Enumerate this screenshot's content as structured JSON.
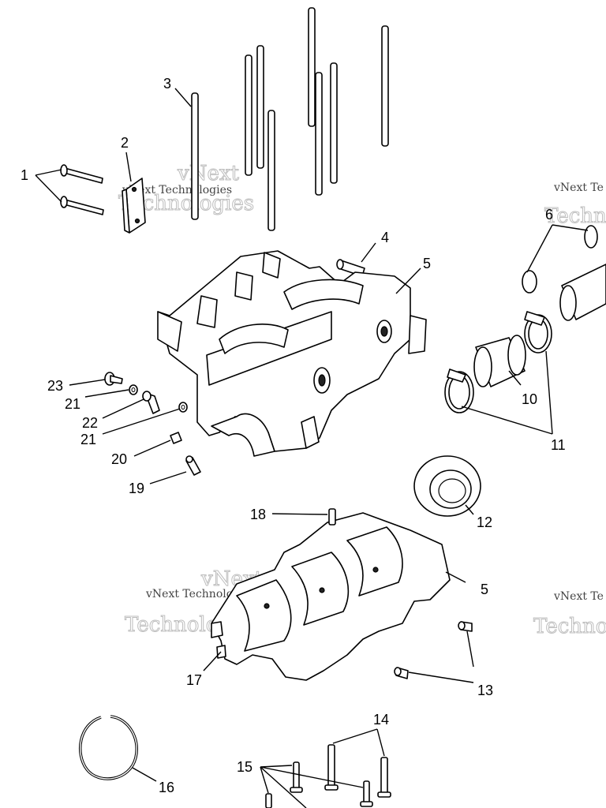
{
  "diagram": {
    "callouts": {
      "c1": "1",
      "c2": "2",
      "c3": "3",
      "c4": "4",
      "c5a": "5",
      "c5b": "5",
      "c6": "6",
      "c10": "10",
      "c11": "11",
      "c12": "12",
      "c13": "13",
      "c14": "14",
      "c15": "15",
      "c16": "16",
      "c17": "17",
      "c18": "18",
      "c19": "19",
      "c20": "20",
      "c21a": "21",
      "c21b": "21",
      "c22": "22",
      "c23": "23"
    },
    "watermark": {
      "line1": "vNext",
      "line2": "vNext Technologies",
      "line3": "Technologies",
      "right_small": "vNext Te"
    }
  }
}
